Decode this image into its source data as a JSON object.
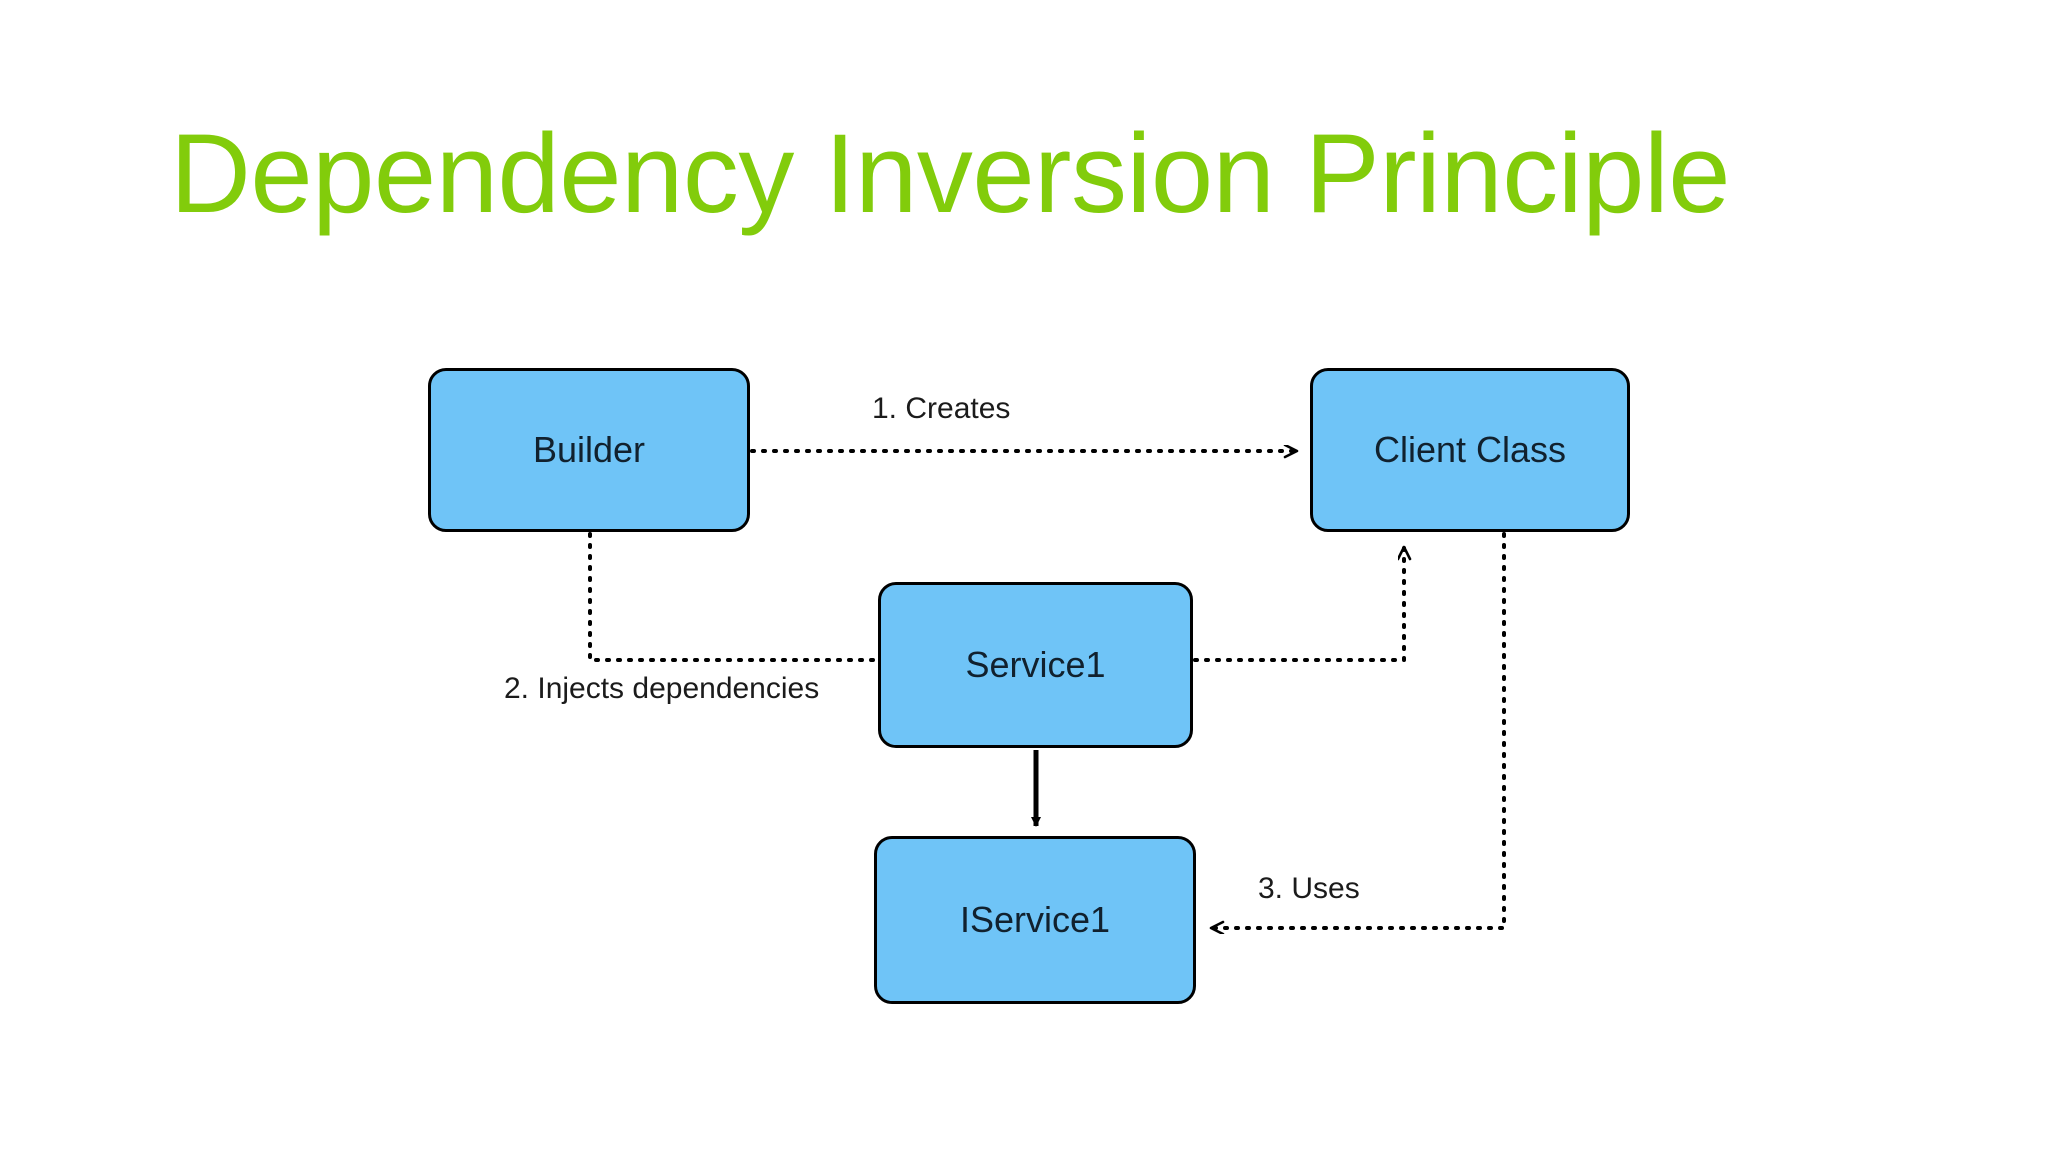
{
  "slide": {
    "title": "Dependency Inversion Principle",
    "title_color": "#82CC0B",
    "background_color": "#ffffff"
  },
  "diagram": {
    "type": "uml-dependency-diagram",
    "node_fill_color": "#6FC4F7",
    "node_border_color": "#000000",
    "edge_color": "#000000",
    "nodes": [
      {
        "id": "builder",
        "label": "Builder"
      },
      {
        "id": "client-class",
        "label": "Client Class"
      },
      {
        "id": "service1",
        "label": "Service1"
      },
      {
        "id": "iservice1",
        "label": "IService1"
      }
    ],
    "edges": [
      {
        "id": "creates",
        "label": "1. Creates",
        "from": "builder",
        "to": "client-class",
        "style": "dotted",
        "arrow": "open"
      },
      {
        "id": "injects",
        "label": "2. Injects dependencies",
        "from": "builder",
        "to": "service1",
        "style": "dotted",
        "arrow": "none"
      },
      {
        "id": "implements",
        "label": "",
        "from": "service1",
        "to": "iservice1",
        "style": "solid",
        "arrow": "filled"
      },
      {
        "id": "provides",
        "label": "",
        "from": "service1",
        "to": "client-class",
        "style": "dotted",
        "arrow": "open"
      },
      {
        "id": "uses",
        "label": "3. Uses",
        "from": "client-class",
        "to": "iservice1",
        "style": "dotted",
        "arrow": "open"
      }
    ]
  }
}
